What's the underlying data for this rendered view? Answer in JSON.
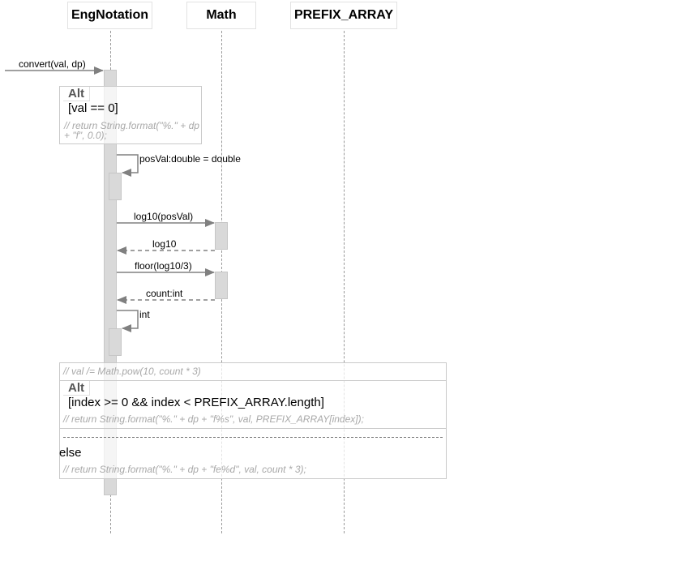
{
  "participants": [
    {
      "name": "EngNotation"
    },
    {
      "name": "Math"
    },
    {
      "name": "PREFIX_ARRAY"
    }
  ],
  "messages": {
    "convert": "convert(val, dp)",
    "posVal": "posVal:double = double",
    "log10_call": "log10(posVal)",
    "log10_return": "log10",
    "floor_call": "floor(log10/3)",
    "count_return": "count:int",
    "int_self": "int"
  },
  "alt1": {
    "tag": "Alt",
    "guard": "[val == 0]",
    "comment": "// return String.format(\"%.\" + dp + \"f\", 0.0);"
  },
  "outer_comment": "// val /= Math.pow(10, count * 3)",
  "alt2": {
    "tag": "Alt",
    "guard": "[index >= 0 && index < PREFIX_ARRAY.length]",
    "comment": "// return String.format(\"%.\" + dp + \"f%s\", val, PREFIX_ARRAY[index]);",
    "else_label": "else",
    "else_comment": "// return String.format(\"%.\" + dp + \"fe%d\", val, count * 3);"
  },
  "colors": {
    "arrow": "#808080",
    "activation": "#d9d9d9",
    "frame_border": "#c9c9c9",
    "comment": "#a8a8a8"
  }
}
